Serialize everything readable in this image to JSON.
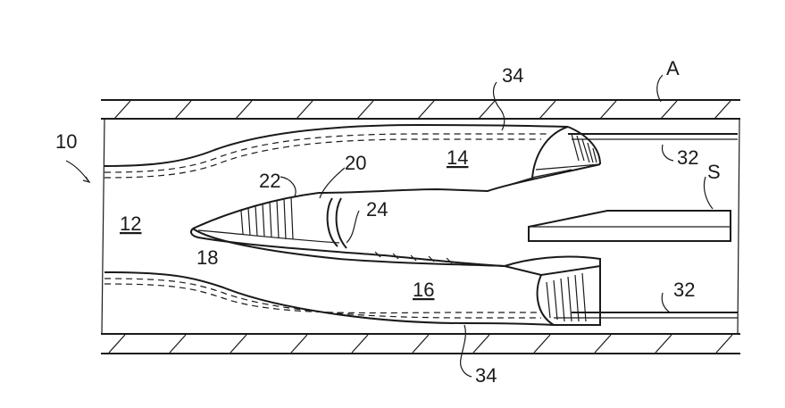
{
  "labels": {
    "device": "10",
    "lumen": "12",
    "upper_wing": "14",
    "lower_wing": "16",
    "tip": "18",
    "slit": "20",
    "edge": "22",
    "band": "24",
    "wire_upper": "32",
    "wire_lower": "32",
    "marker_upper": "34",
    "marker_lower": "34",
    "vessel": "A",
    "sheath": "S"
  }
}
